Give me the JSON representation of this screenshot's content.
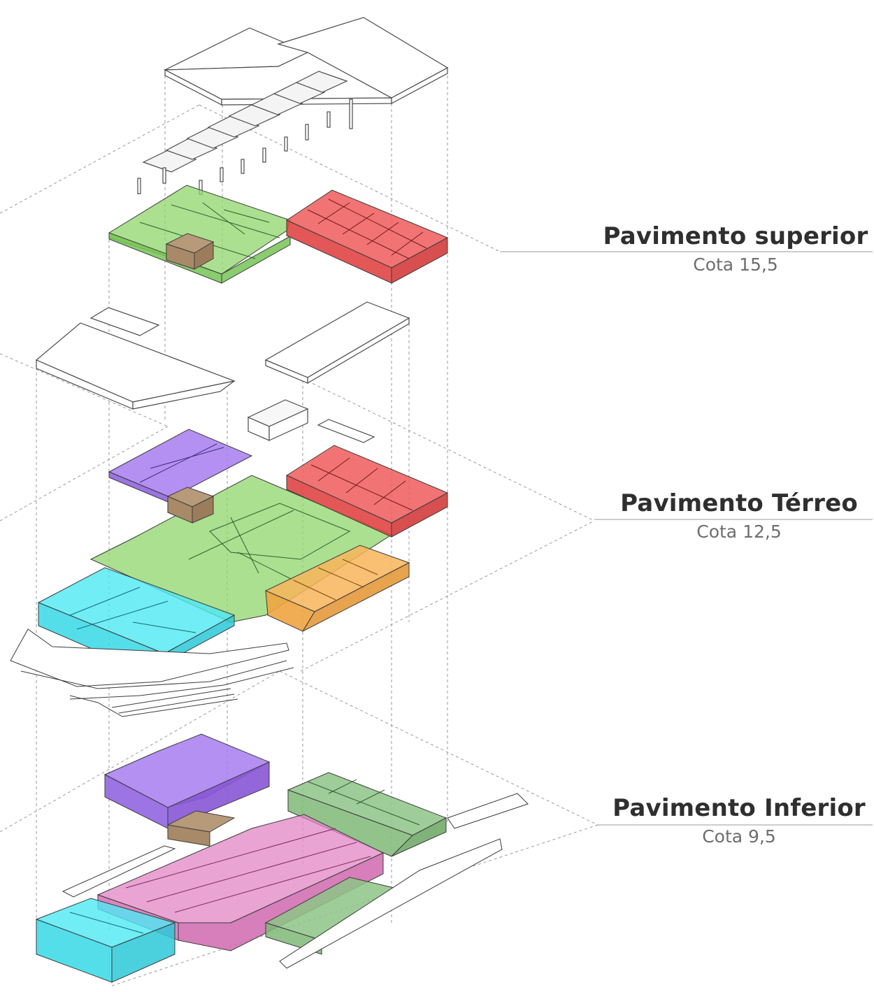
{
  "floors": [
    {
      "name": "Pavimento superior",
      "level": "Cota 15,5"
    },
    {
      "name": "Pavimento Térreo",
      "level": "Cota 12,5"
    },
    {
      "name": "Pavimento Inferior",
      "level": "Cota 9,5"
    }
  ],
  "colors": {
    "green": "#8fd66b",
    "red": "#f05a5a",
    "purple": "#a77cf0",
    "brown": "#b79a7a",
    "cyan": "#4de8f2",
    "orange": "#f8b45a",
    "pink": "#e286c4",
    "sage": "#8ec487",
    "line": "#4a4a4a",
    "leader": "#9a9a9a"
  }
}
